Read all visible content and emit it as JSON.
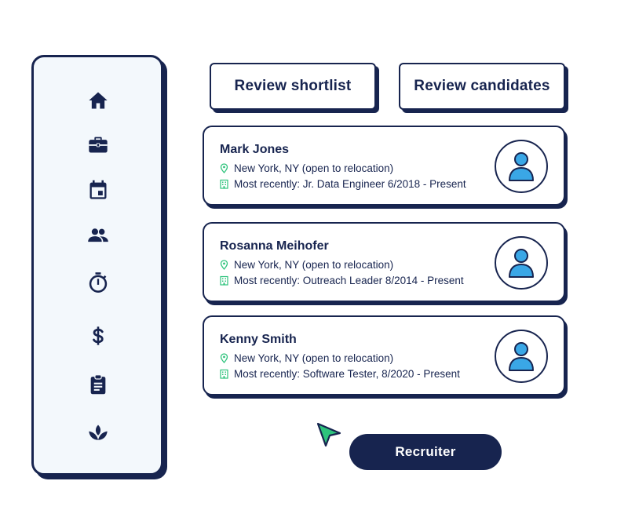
{
  "sidebar": {
    "items": [
      {
        "icon": "home-icon"
      },
      {
        "icon": "briefcase-icon"
      },
      {
        "icon": "calendar-icon"
      },
      {
        "icon": "people-icon"
      },
      {
        "icon": "timer-icon"
      },
      {
        "icon": "dollar-icon"
      },
      {
        "icon": "clipboard-icon"
      },
      {
        "icon": "lotus-icon"
      }
    ]
  },
  "header": {
    "review_shortlist_label": "Review shortlist",
    "review_candidates_label": "Review candidates"
  },
  "candidates": [
    {
      "name": "Mark Jones",
      "location": "New York, NY (open to relocation)",
      "recent": "Most recently: Jr. Data Engineer 6/2018 - Present"
    },
    {
      "name": "Rosanna Meihofer",
      "location": "New York, NY (open to relocation)",
      "recent": "Most recently: Outreach Leader 8/2014 - Present"
    },
    {
      "name": "Kenny Smith",
      "location": "New York, NY (open to relocation)",
      "recent": "Most recently: Software Tester, 8/2020 - Present"
    }
  ],
  "recruiter_button_label": "Recruiter",
  "colors": {
    "navy": "#17244f",
    "avatar_blue": "#3aa7e6",
    "accent_green": "#2ec37c",
    "sidebar_bg": "#f3f8fc"
  }
}
